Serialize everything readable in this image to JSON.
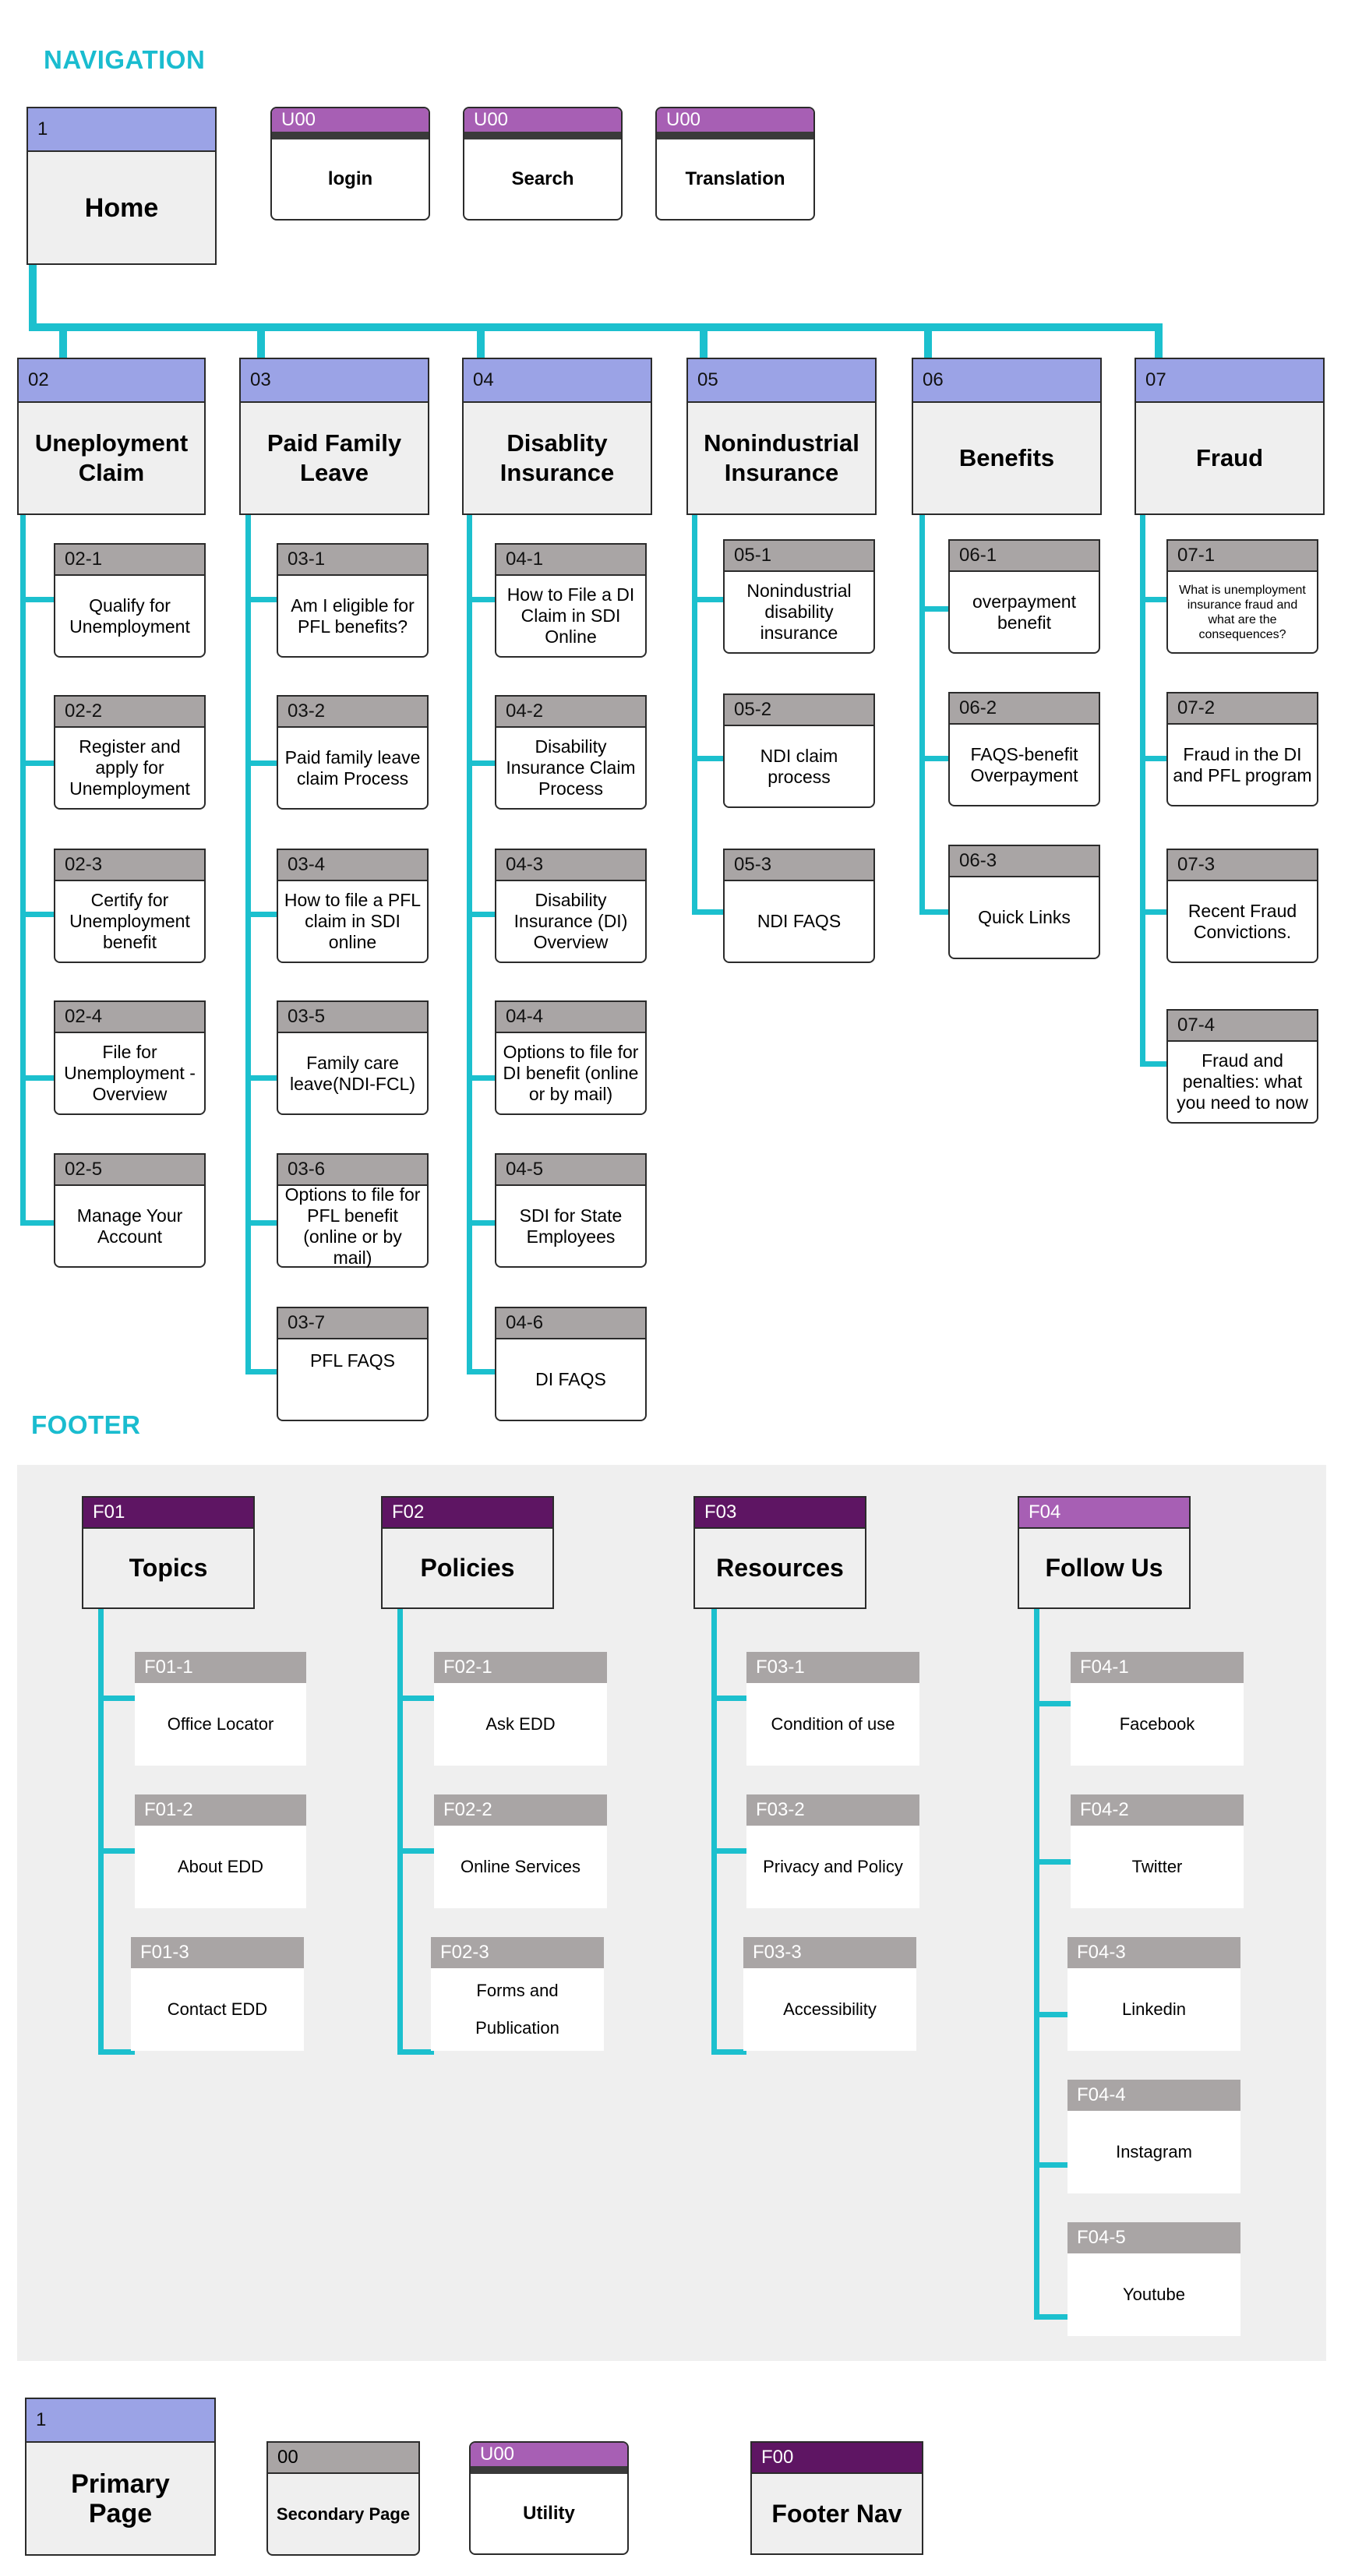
{
  "navigation": {
    "title": "NAVIGATION",
    "home": {
      "id": "1",
      "label": "Home"
    },
    "utilities": [
      {
        "id": "U00",
        "label": "login"
      },
      {
        "id": "U00",
        "label": "Search"
      },
      {
        "id": "U00",
        "label": "Translation"
      }
    ],
    "sections": [
      {
        "id": "02",
        "label": "Uneployment Claim",
        "items": [
          {
            "id": "02-1",
            "label": "Qualify for Unemployment"
          },
          {
            "id": "02-2",
            "label": "Register and apply for Unemployment"
          },
          {
            "id": "02-3",
            "label": "Certify for Unemployment benefit"
          },
          {
            "id": "02-4",
            "label": "File for Unemployment -Overview"
          },
          {
            "id": "02-5",
            "label": "Manage Your Account"
          }
        ]
      },
      {
        "id": "03",
        "label": "Paid Family Leave",
        "items": [
          {
            "id": "03-1",
            "label": "Am I eligible for PFL benefits?"
          },
          {
            "id": "03-2",
            "label": "Paid family leave claim Process"
          },
          {
            "id": "03-4",
            "label": "How to file a PFL claim in SDI online"
          },
          {
            "id": "03-5",
            "label": "Family care leave(NDI-FCL)"
          },
          {
            "id": "03-6",
            "label": "Options to file for PFL benefit (online or by mail)"
          },
          {
            "id": "03-7",
            "label": "PFL FAQS"
          }
        ]
      },
      {
        "id": "04",
        "label": "Disablity Insurance",
        "items": [
          {
            "id": "04-1",
            "label": "How to File a DI Claim in SDI Online"
          },
          {
            "id": "04-2",
            "label": "Disability Insurance Claim Process"
          },
          {
            "id": "04-3",
            "label": "Disability Insurance (DI) Overview"
          },
          {
            "id": "04-4",
            "label": "Options to file for DI benefit (online or by mail)"
          },
          {
            "id": "04-5",
            "label": "SDI for State Employees"
          },
          {
            "id": "04-6",
            "label": "DI FAQS"
          }
        ]
      },
      {
        "id": "05",
        "label": "Nonindustrial Insurance",
        "items": [
          {
            "id": "05-1",
            "label": "Nonindustrial disability insurance"
          },
          {
            "id": "05-2",
            "label": "NDI claim process"
          },
          {
            "id": "05-3",
            "label": "NDI FAQS"
          }
        ]
      },
      {
        "id": "06",
        "label": "Benefits",
        "items": [
          {
            "id": "06-1",
            "label": "overpayment benefit"
          },
          {
            "id": "06-2",
            "label": "FAQS-benefit Overpayment"
          },
          {
            "id": "06-3",
            "label": "Quick Links"
          }
        ]
      },
      {
        "id": "07",
        "label": "Fraud",
        "items": [
          {
            "id": "07-1",
            "label": "What is unemployment insurance fraud and what are the consequences?"
          },
          {
            "id": "07-2",
            "label": "Fraud in the DI and PFL program"
          },
          {
            "id": "07-3",
            "label": "Recent Fraud Convictions."
          },
          {
            "id": "07-4",
            "label": "Fraud and penalties: what you need to now"
          }
        ]
      }
    ]
  },
  "footer": {
    "title": "FOOTER",
    "groups": [
      {
        "id": "F01",
        "label": "Topics",
        "items": [
          {
            "id": "F01-1",
            "label": "Office Locator"
          },
          {
            "id": "F01-2",
            "label": "About EDD"
          },
          {
            "id": "F01-3",
            "label": "Contact EDD"
          }
        ]
      },
      {
        "id": "F02",
        "label": "Policies",
        "items": [
          {
            "id": "F02-1",
            "label": "Ask EDD"
          },
          {
            "id": "F02-2",
            "label": "Online Services"
          },
          {
            "id": "F02-3",
            "label": "Forms and Publication"
          }
        ]
      },
      {
        "id": "F03",
        "label": "Resources",
        "items": [
          {
            "id": "F03-1",
            "label": "Condition of use"
          },
          {
            "id": "F03-2",
            "label": "Privacy and Policy"
          },
          {
            "id": "F03-3",
            "label": "Accessibility"
          }
        ]
      },
      {
        "id": "F04",
        "label": "Follow Us",
        "items": [
          {
            "id": "F04-1",
            "label": "Facebook"
          },
          {
            "id": "F04-2",
            "label": "Twitter"
          },
          {
            "id": "F04-3",
            "label": "Linkedin"
          },
          {
            "id": "F04-4",
            "label": "Instagram"
          },
          {
            "id": "F04-5",
            "label": "Youtube"
          }
        ]
      }
    ]
  },
  "legend": {
    "primary": {
      "id": "1",
      "label": "Primary Page"
    },
    "secondary": {
      "id": "00",
      "label": "Secondary Page"
    },
    "utility": {
      "id": "U00",
      "label": "Utility"
    },
    "footer_nav": {
      "id": "F00",
      "label": "Footer Nav"
    }
  },
  "colors": {
    "connector": "#1cc0ce",
    "primary_header": "#9ba3e6",
    "secondary_header": "#a9a5a5",
    "utility_header": "#a75fb4",
    "footer_header_dark": "#5e1563",
    "footer_header_light": "#a75fb4",
    "title_text": "#1abccf"
  }
}
